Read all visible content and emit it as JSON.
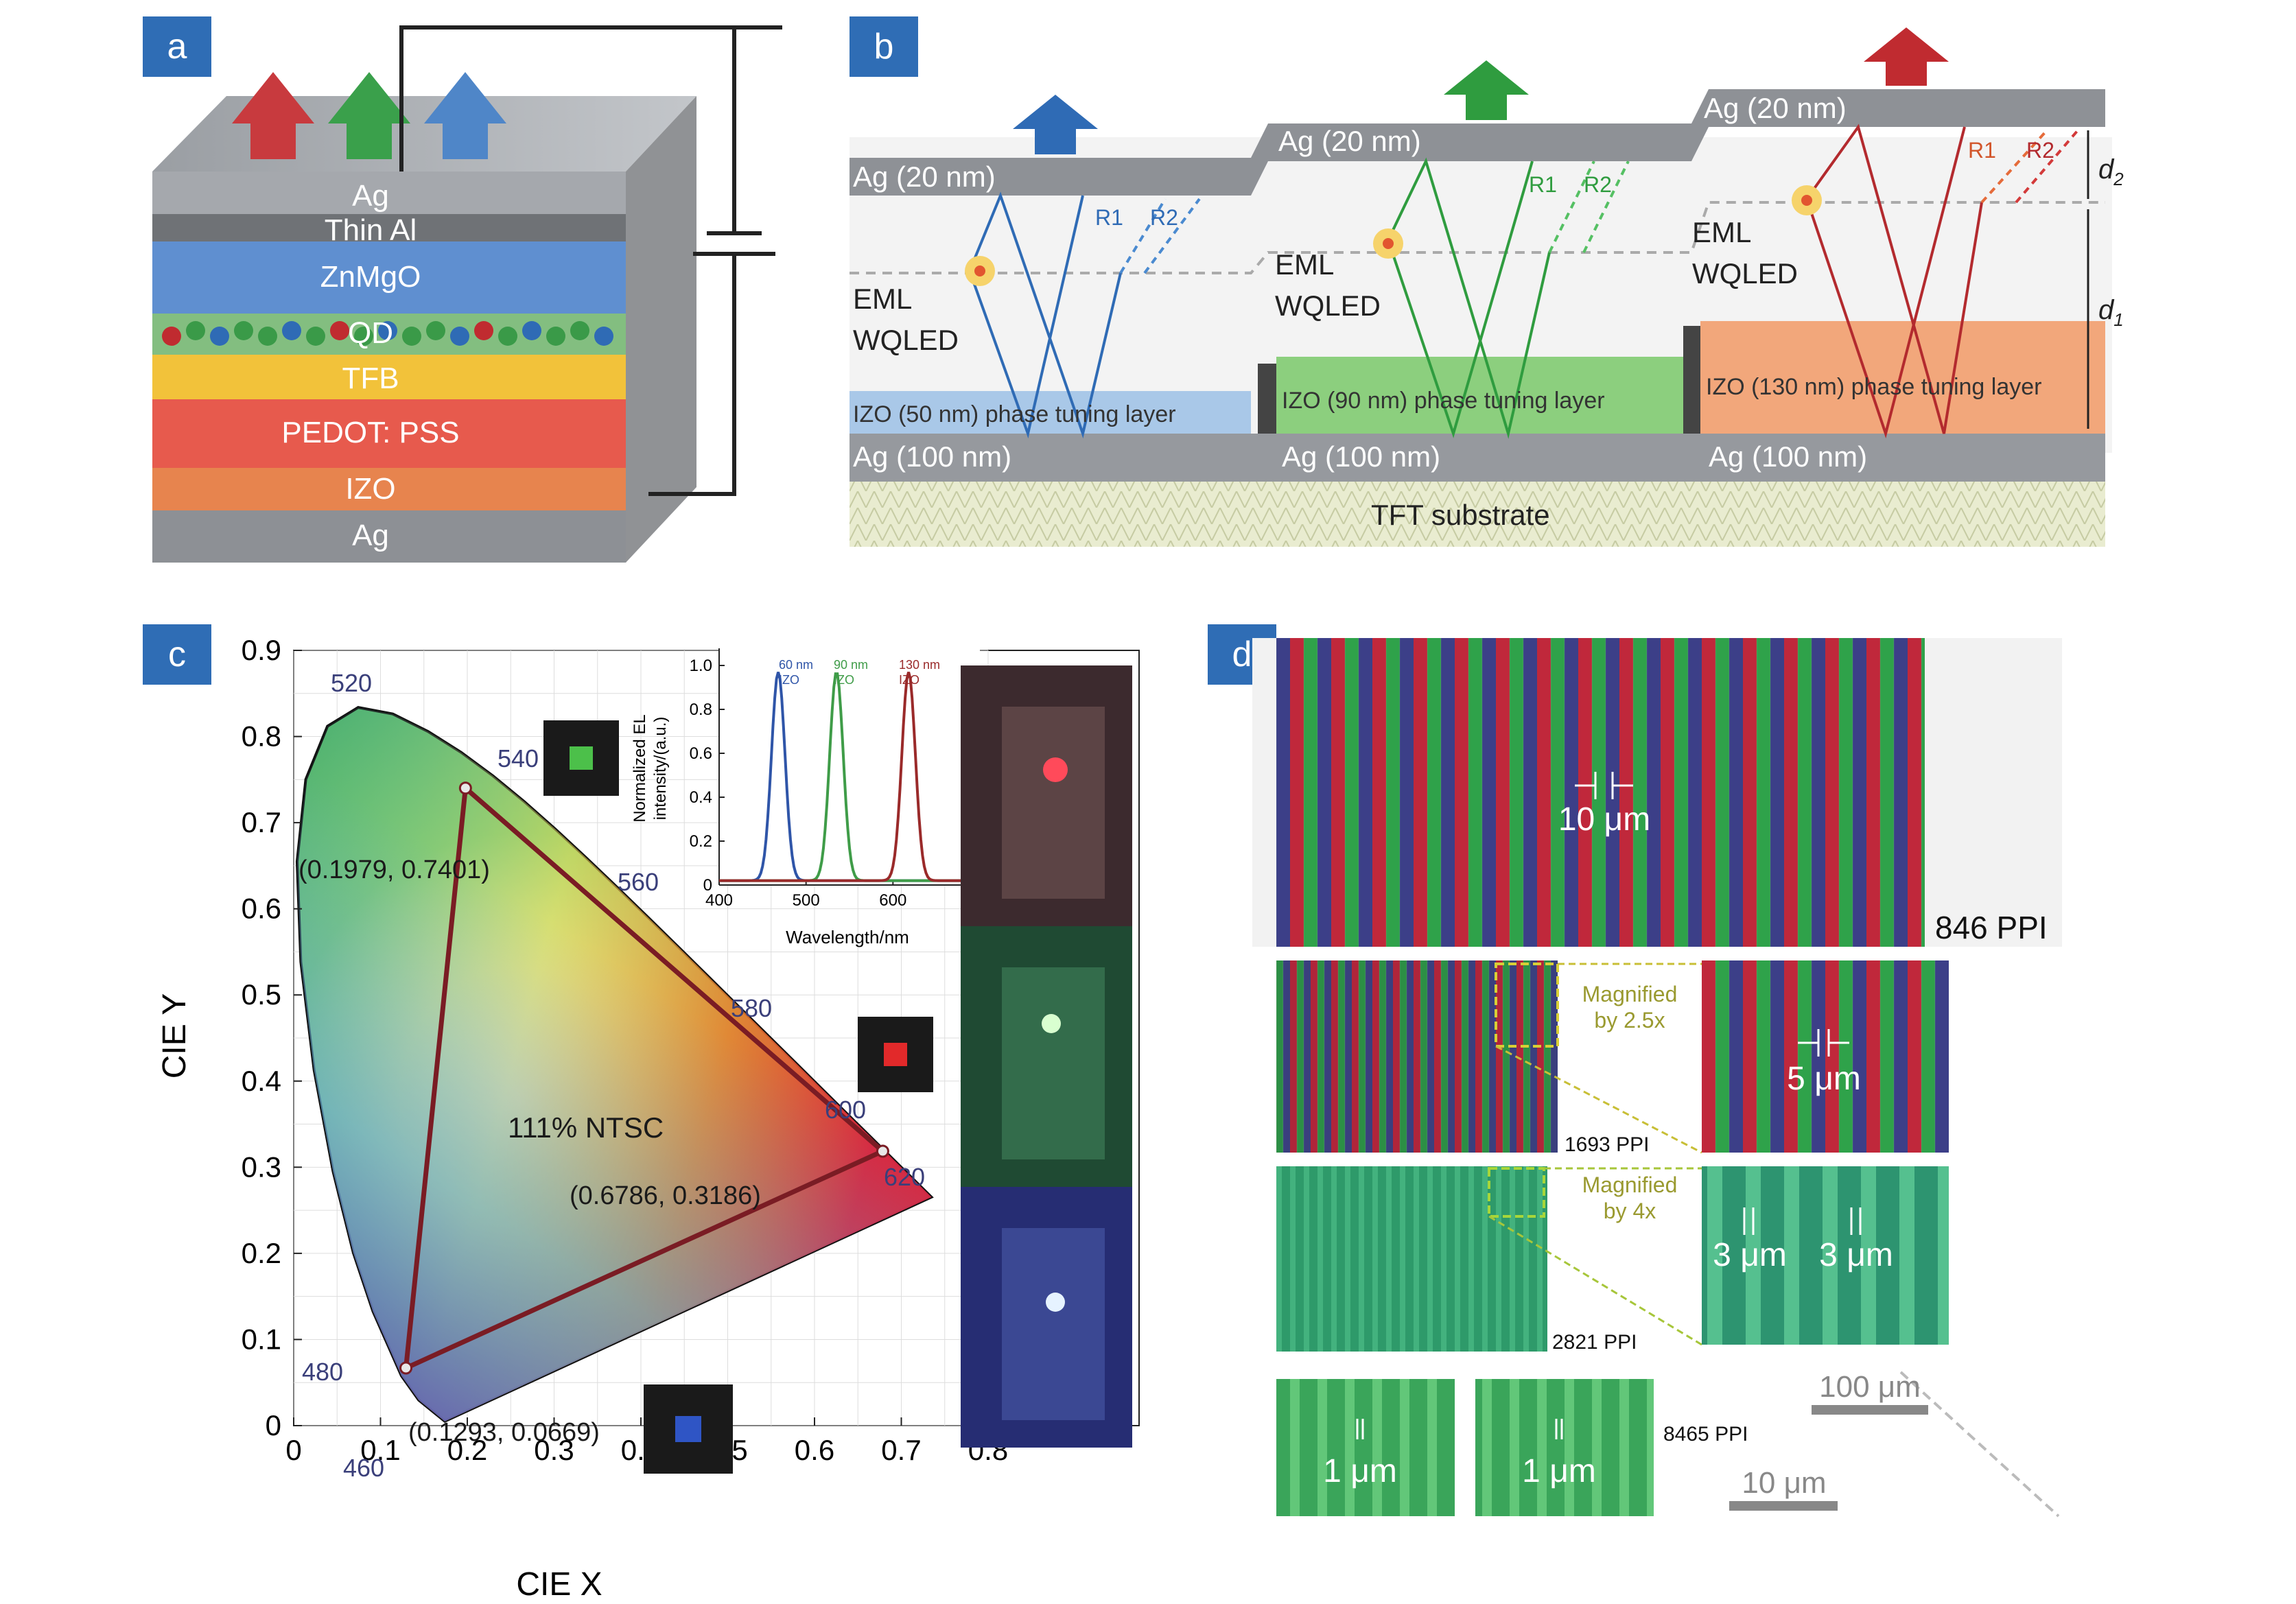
{
  "panels": {
    "a": {
      "tag": "a",
      "layers": [
        "Ag",
        "Thin Al",
        "ZnMgO",
        "QD",
        "TFB",
        "PEDOT: PSS",
        "IZO",
        "Ag"
      ],
      "arrow_colors": [
        "#c83a3e",
        "#3aa04b",
        "#4f86c8"
      ]
    },
    "b": {
      "tag": "b",
      "top_ag": [
        "Ag (20 nm)",
        "Ag (20 nm)",
        "Ag (20 nm)"
      ],
      "eml": [
        "EML",
        "EML",
        "EML"
      ],
      "wqled": [
        "WQLED",
        "WQLED",
        "WQLED"
      ],
      "phase_layers": [
        "IZO (50 nm) phase tuning layer",
        "IZO (90 nm) phase tuning layer",
        "IZO (130 nm) phase tuning layer"
      ],
      "bottom_ag": [
        "Ag (100 nm)",
        "Ag (100 nm)",
        "Ag (100 nm)"
      ],
      "r_labels": [
        "R1",
        "R2"
      ],
      "d1": "d",
      "d1_sub": "1",
      "d2": "d",
      "d2_sub": "2",
      "substrate": "TFT substrate",
      "colors": {
        "blue": "#2f6bb5",
        "green": "#2f9c3f",
        "red": "#c02b30"
      }
    },
    "c": {
      "tag": "c",
      "xlabel": "CIE X",
      "ylabel": "CIE Y",
      "x_ticks": [
        "0",
        "0.1",
        "0.2",
        "0.3",
        "0.4",
        "0.5",
        "0.6",
        "0.7",
        "0.8"
      ],
      "y_ticks": [
        "0",
        "0.1",
        "0.2",
        "0.3",
        "0.4",
        "0.5",
        "0.6",
        "0.7",
        "0.8",
        "0.9"
      ],
      "wavelengths": [
        "520",
        "540",
        "560",
        "580",
        "600",
        "620",
        "480",
        "460"
      ],
      "ntsc": "111% NTSC",
      "points": [
        {
          "label": "(0.1979, 0.7401)",
          "x": 0.1979,
          "y": 0.7401
        },
        {
          "label": "(0.6786, 0.3186)",
          "x": 0.6786,
          "y": 0.3186
        },
        {
          "label": "(0.1293, 0.0669)",
          "x": 0.1293,
          "y": 0.0669
        }
      ],
      "inset": {
        "ylabel_1": "Normalized EL",
        "ylabel_2": "intensity/(a.u.)",
        "xlabel": "Wavelength/nm",
        "x_ticks": [
          "400",
          "500",
          "600"
        ],
        "y_ticks": [
          "0",
          "0.2",
          "0.4",
          "0.6",
          "0.8",
          "1.0"
        ],
        "peaks": [
          {
            "label_1": "60 nm",
            "label_2": "IZO",
            "center": 468,
            "color": "#2f55a8"
          },
          {
            "label_1": "90 nm",
            "label_2": "IZO",
            "center": 535,
            "color": "#3f9c48"
          },
          {
            "label_1": "130 nm",
            "label_2": "IZO",
            "center": 618,
            "color": "#9a2a2a"
          }
        ]
      }
    },
    "d": {
      "tag": "d",
      "ppi": [
        "846 PPI",
        "1693 PPI",
        "2821 PPI",
        "8465 PPI"
      ],
      "pitches": [
        "10 μm",
        "5 μm",
        "3 μm",
        "3 μm",
        "1 μm",
        "1 μm"
      ],
      "magnified": [
        {
          "line1": "Magnified",
          "line2": "by 2.5x"
        },
        {
          "line1": "Magnified",
          "line2": "by 4x"
        }
      ],
      "scale_bars": [
        "100 μm",
        "10 μm"
      ]
    }
  }
}
